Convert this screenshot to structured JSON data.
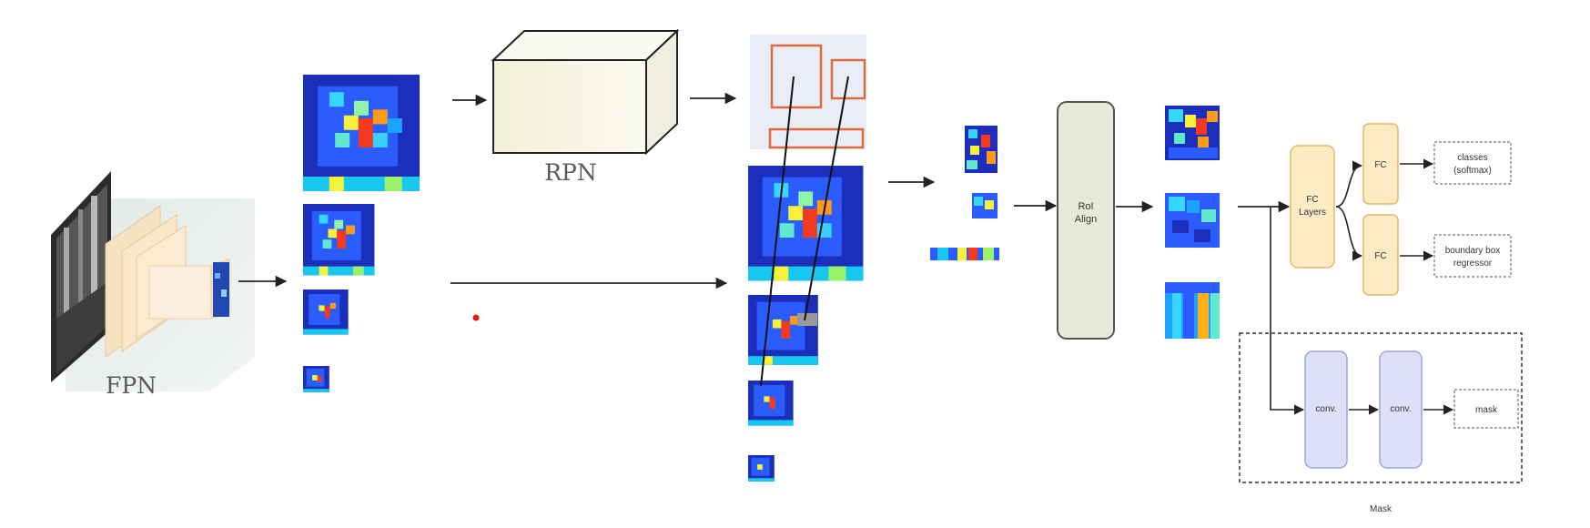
{
  "labels": {
    "fpn": "FPN",
    "rpn": "RPN",
    "roi_align": [
      "RoI",
      "Align"
    ],
    "fc_layers": [
      "FC",
      "Layers"
    ],
    "fc_top": "FC",
    "fc_bottom": "FC",
    "classes": [
      "classes",
      "(softmax)"
    ],
    "bbox": [
      "boundary box",
      "regressor"
    ],
    "conv1": "conv.",
    "conv2": "conv.",
    "mask_out": "mask",
    "mask_group": "Mask"
  },
  "colors": {
    "arrow": "#222222",
    "proposal_box": "#e06a3c",
    "fc_fill": "#fdebc4",
    "fc_stroke": "#e5b865",
    "conv_fill": "#dde0f8",
    "conv_stroke": "#9ea4dc",
    "roi_fill": "#e7ead7",
    "roi_stroke": "#555555",
    "rpn_fill": "#f5f3df",
    "mask_border": "#333333",
    "pointer_dot": "#e01818"
  }
}
